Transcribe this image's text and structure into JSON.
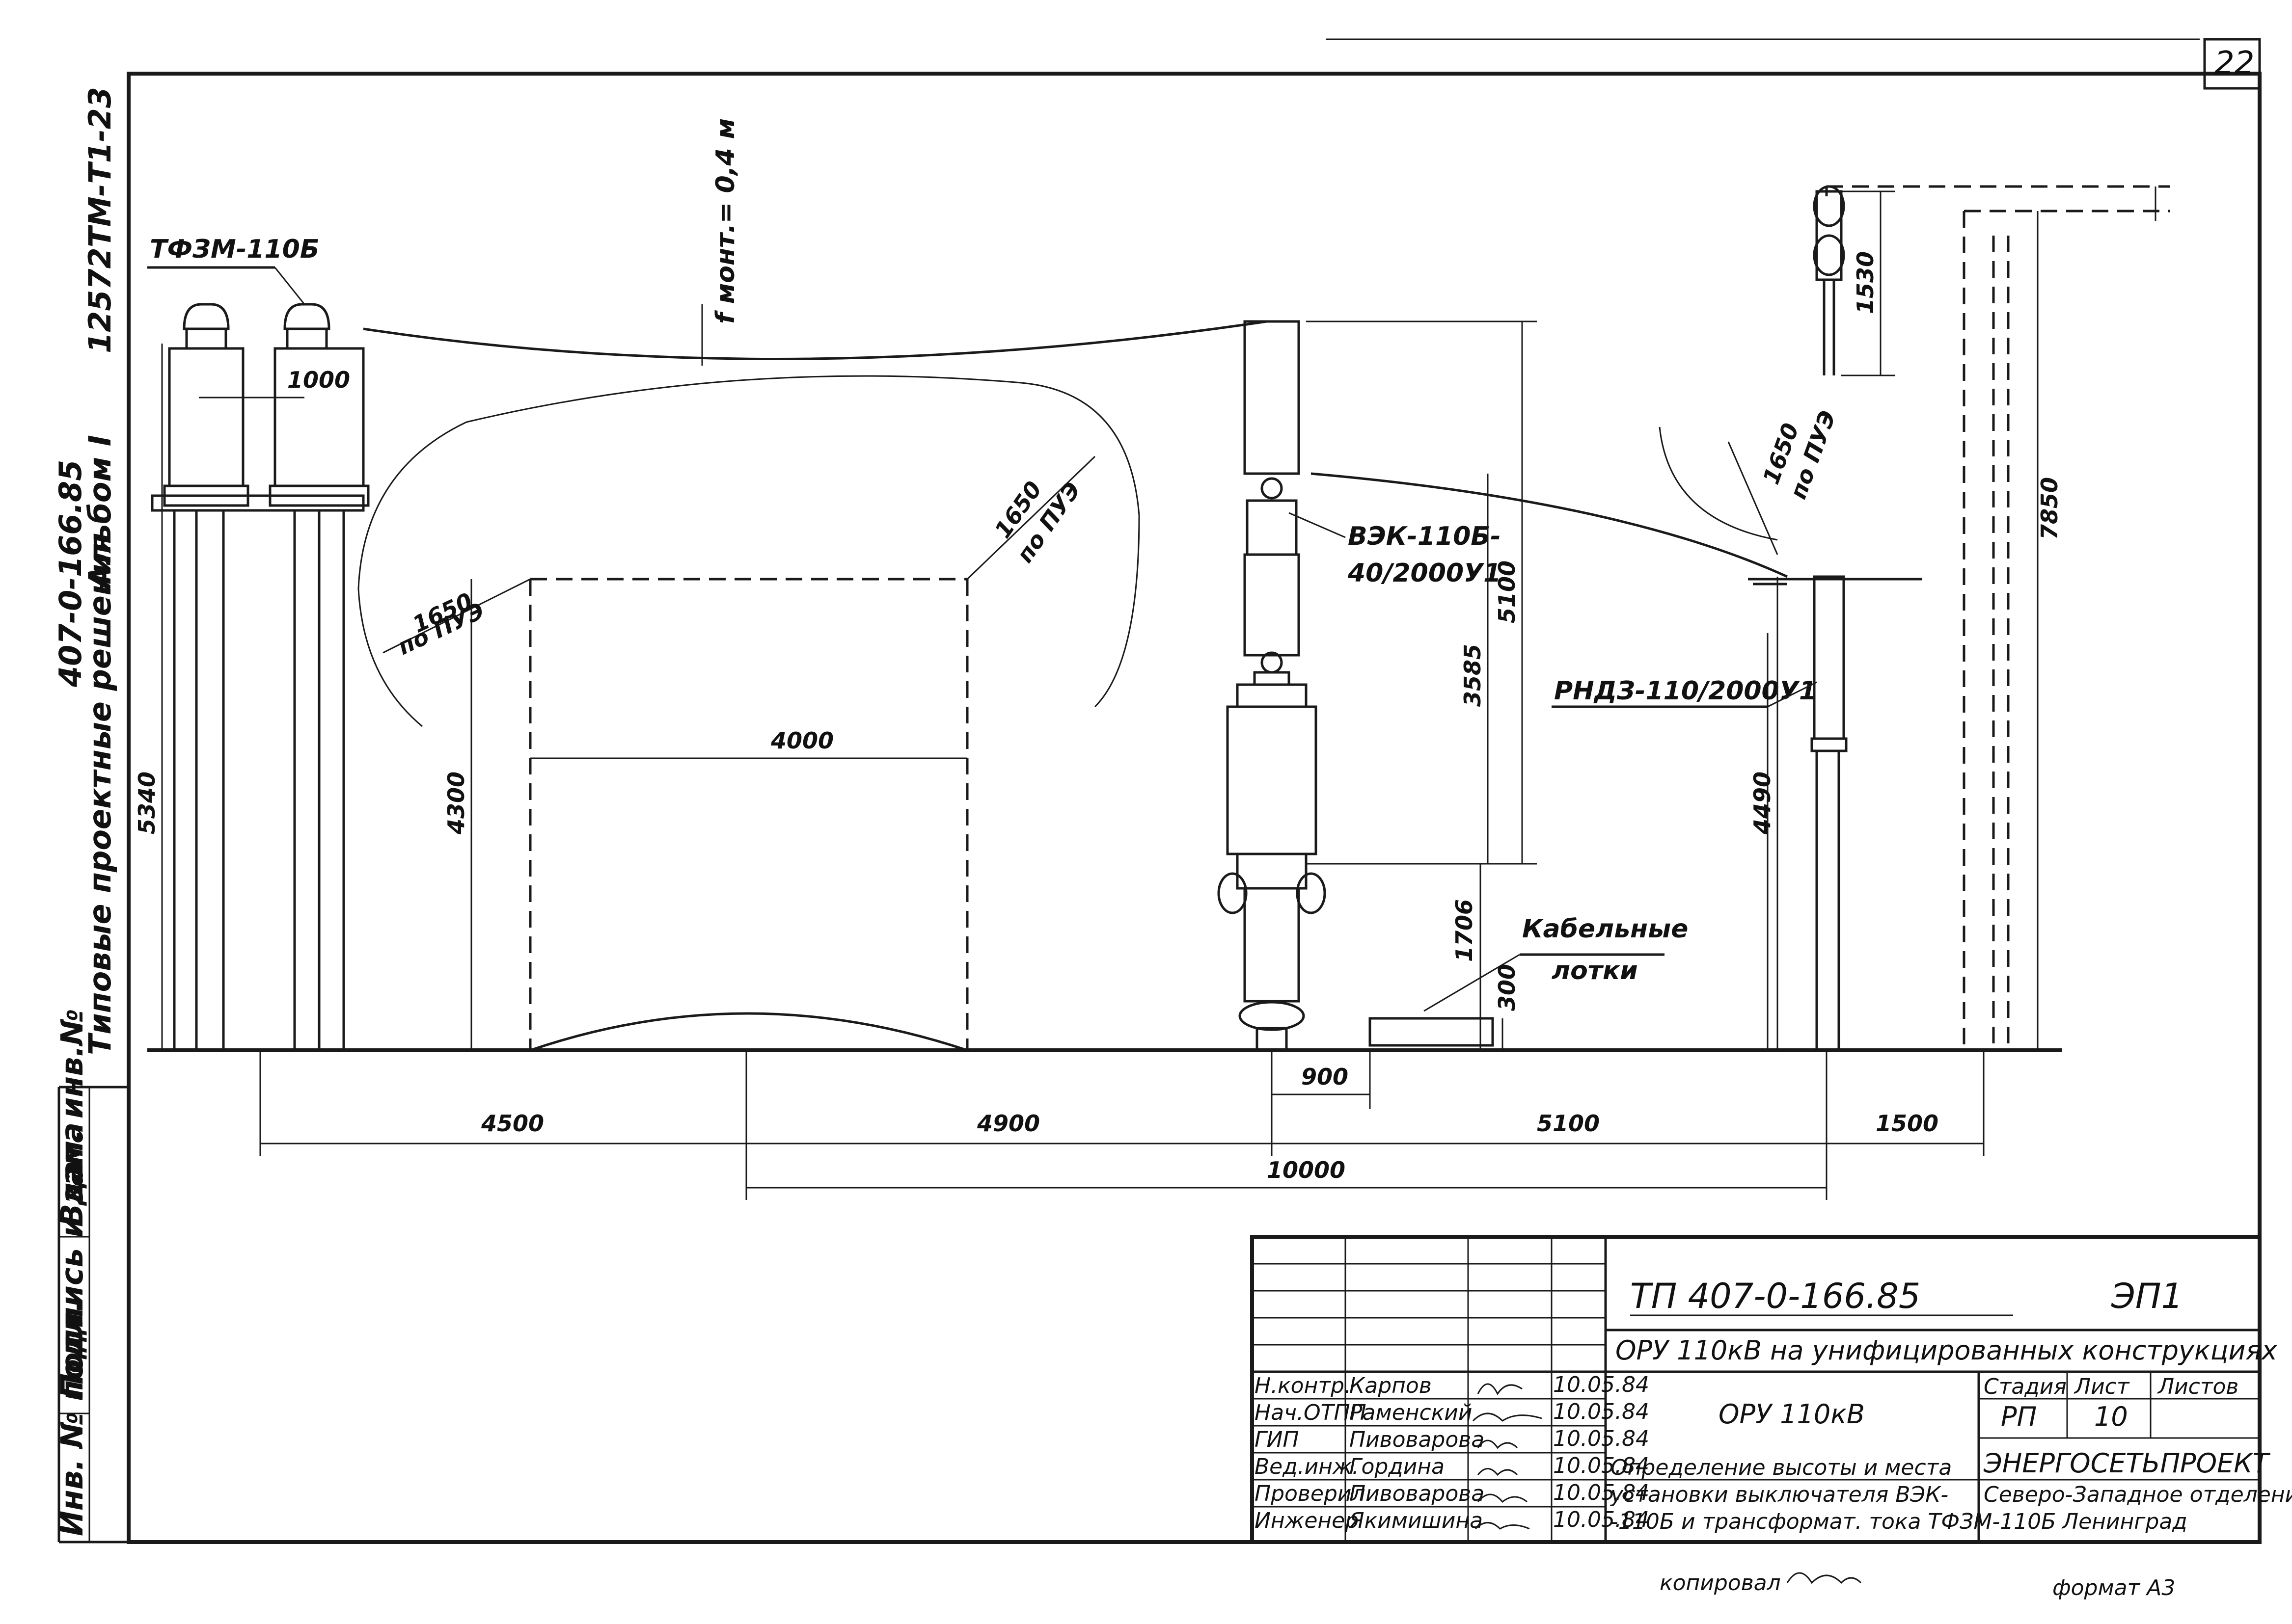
{
  "sheet": {
    "number": "22",
    "inventory_code": "12572ТМ-Т1-23",
    "album": "Альбом I",
    "series": "407-0-166.85",
    "side_title": "Типовые проектные решения",
    "copied_by": "копировал",
    "format": "формат А3"
  },
  "left_stamp": {
    "col1": "Инв. № подл.",
    "col2": "Подпись и дата",
    "col3": "Взам. инв.№"
  },
  "equipment": {
    "ct": "ТФЗМ-110Б",
    "breaker_line1": "ВЭК-110Б-",
    "breaker_line2": "40/2000У1",
    "disconnector": "РНДЗ-110/2000У1",
    "cable_line1": "Кабельные",
    "cable_line2": "лотки",
    "sag": "f монт.= 0,4 м"
  },
  "dimensions": {
    "d1000": "1000",
    "d5340": "5340",
    "d4300": "4300",
    "d4000": "4000",
    "d1650_left": "1650",
    "d1650_mid": "1650",
    "d1650_right": "1650",
    "pue": "по ПУЭ",
    "d5100_v": "5100",
    "d3585": "3585",
    "d1706": "1706",
    "d300": "300",
    "d900": "900",
    "d4490": "4490",
    "d1530": "1530",
    "d7850": "7850",
    "d4500": "4500",
    "d4900": "4900",
    "d5100_h": "5100",
    "d1500": "1500",
    "d10000": "10000"
  },
  "title_block": {
    "doc_code": "ТП 407-0-166.85",
    "sheet_mark": "ЭП1",
    "project": "ОРУ 110кВ на унифицированных конструкциях",
    "object": "ОРУ 110кВ",
    "stage_h": "Стадия",
    "sheet_h": "Лист",
    "sheets_h": "Листов",
    "stage": "РП",
    "sheet": "10",
    "sheets": "",
    "drawing_title": [
      "Определение высоты и места",
      "установки выключателя ВЭК-",
      "-110Б и трансформат. тока ТФЗМ-110Б"
    ],
    "org": [
      "ЭНЕРГОСЕТЬПРОЕКТ",
      "Северо-Западное отделение",
      "Ленинград"
    ],
    "staff": [
      {
        "role": "Н.контр.",
        "name": "Карпов",
        "date": "10.05.84"
      },
      {
        "role": "Нач.ОТПП",
        "name": "Раменский",
        "date": "10.05.84"
      },
      {
        "role": "ГИП",
        "name": "Пивоварова",
        "date": "10.05.84"
      },
      {
        "role": "Вед.инж.",
        "name": "Гордина",
        "date": "10.05.84"
      },
      {
        "role": "Проверил",
        "name": "Пивоварова",
        "date": "10.05.84"
      },
      {
        "role": "Инженер",
        "name": "Якимишина",
        "date": "10.05.84"
      }
    ]
  }
}
